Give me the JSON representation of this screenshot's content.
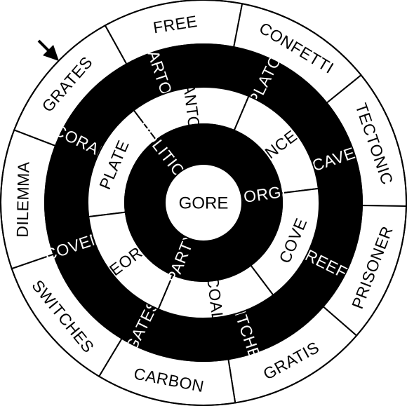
{
  "colors": {
    "dark": "#000000",
    "light": "#ffffff"
  },
  "center": {
    "label": "GORE"
  },
  "start_marker": "arrow-icon",
  "rings": [
    {
      "name": "outer",
      "segments": [
        {
          "label": "GRATES",
          "fill": "light"
        },
        {
          "label": "FREE",
          "fill": "light"
        },
        {
          "label": "CONFETTI",
          "fill": "light"
        },
        {
          "label": "TECTONIC",
          "fill": "light"
        },
        {
          "label": "PRISONER",
          "fill": "light"
        },
        {
          "label": "GRATIS",
          "fill": "light"
        },
        {
          "label": "CARBON",
          "fill": "light"
        },
        {
          "label": "SWITCHES",
          "fill": "light"
        },
        {
          "label": "DILEMMA",
          "fill": "light"
        }
      ]
    },
    {
      "name": "ring-2",
      "segments": [
        {
          "label": "CORAL",
          "fill": "dark"
        },
        {
          "label": "CARTON",
          "fill": "dark"
        },
        {
          "label": "PLATO",
          "fill": "dark"
        },
        {
          "label": "CAVE",
          "fill": "dark"
        },
        {
          "label": "REEF",
          "fill": "dark"
        },
        {
          "label": "WITCHES",
          "fill": "dark"
        },
        {
          "label": "GATES",
          "fill": "dark"
        },
        {
          "label": "COVEN",
          "fill": "dark"
        }
      ]
    },
    {
      "name": "ring-3",
      "segments": [
        {
          "label": "PLATE",
          "fill": "light"
        },
        {
          "label": "CANTOR",
          "fill": "light"
        },
        {
          "label": "CONCETTI",
          "fill": "light"
        },
        {
          "label": "COVE",
          "fill": "light"
        },
        {
          "label": "COAL",
          "fill": "light"
        },
        {
          "label": "GEORG",
          "fill": "light"
        }
      ]
    },
    {
      "name": "inner",
      "segments": [
        {
          "label": "POLITICAL",
          "fill": "dark"
        },
        {
          "label": "GORGE",
          "fill": "dark"
        },
        {
          "label": "PARTY",
          "fill": "dark"
        }
      ]
    }
  ]
}
